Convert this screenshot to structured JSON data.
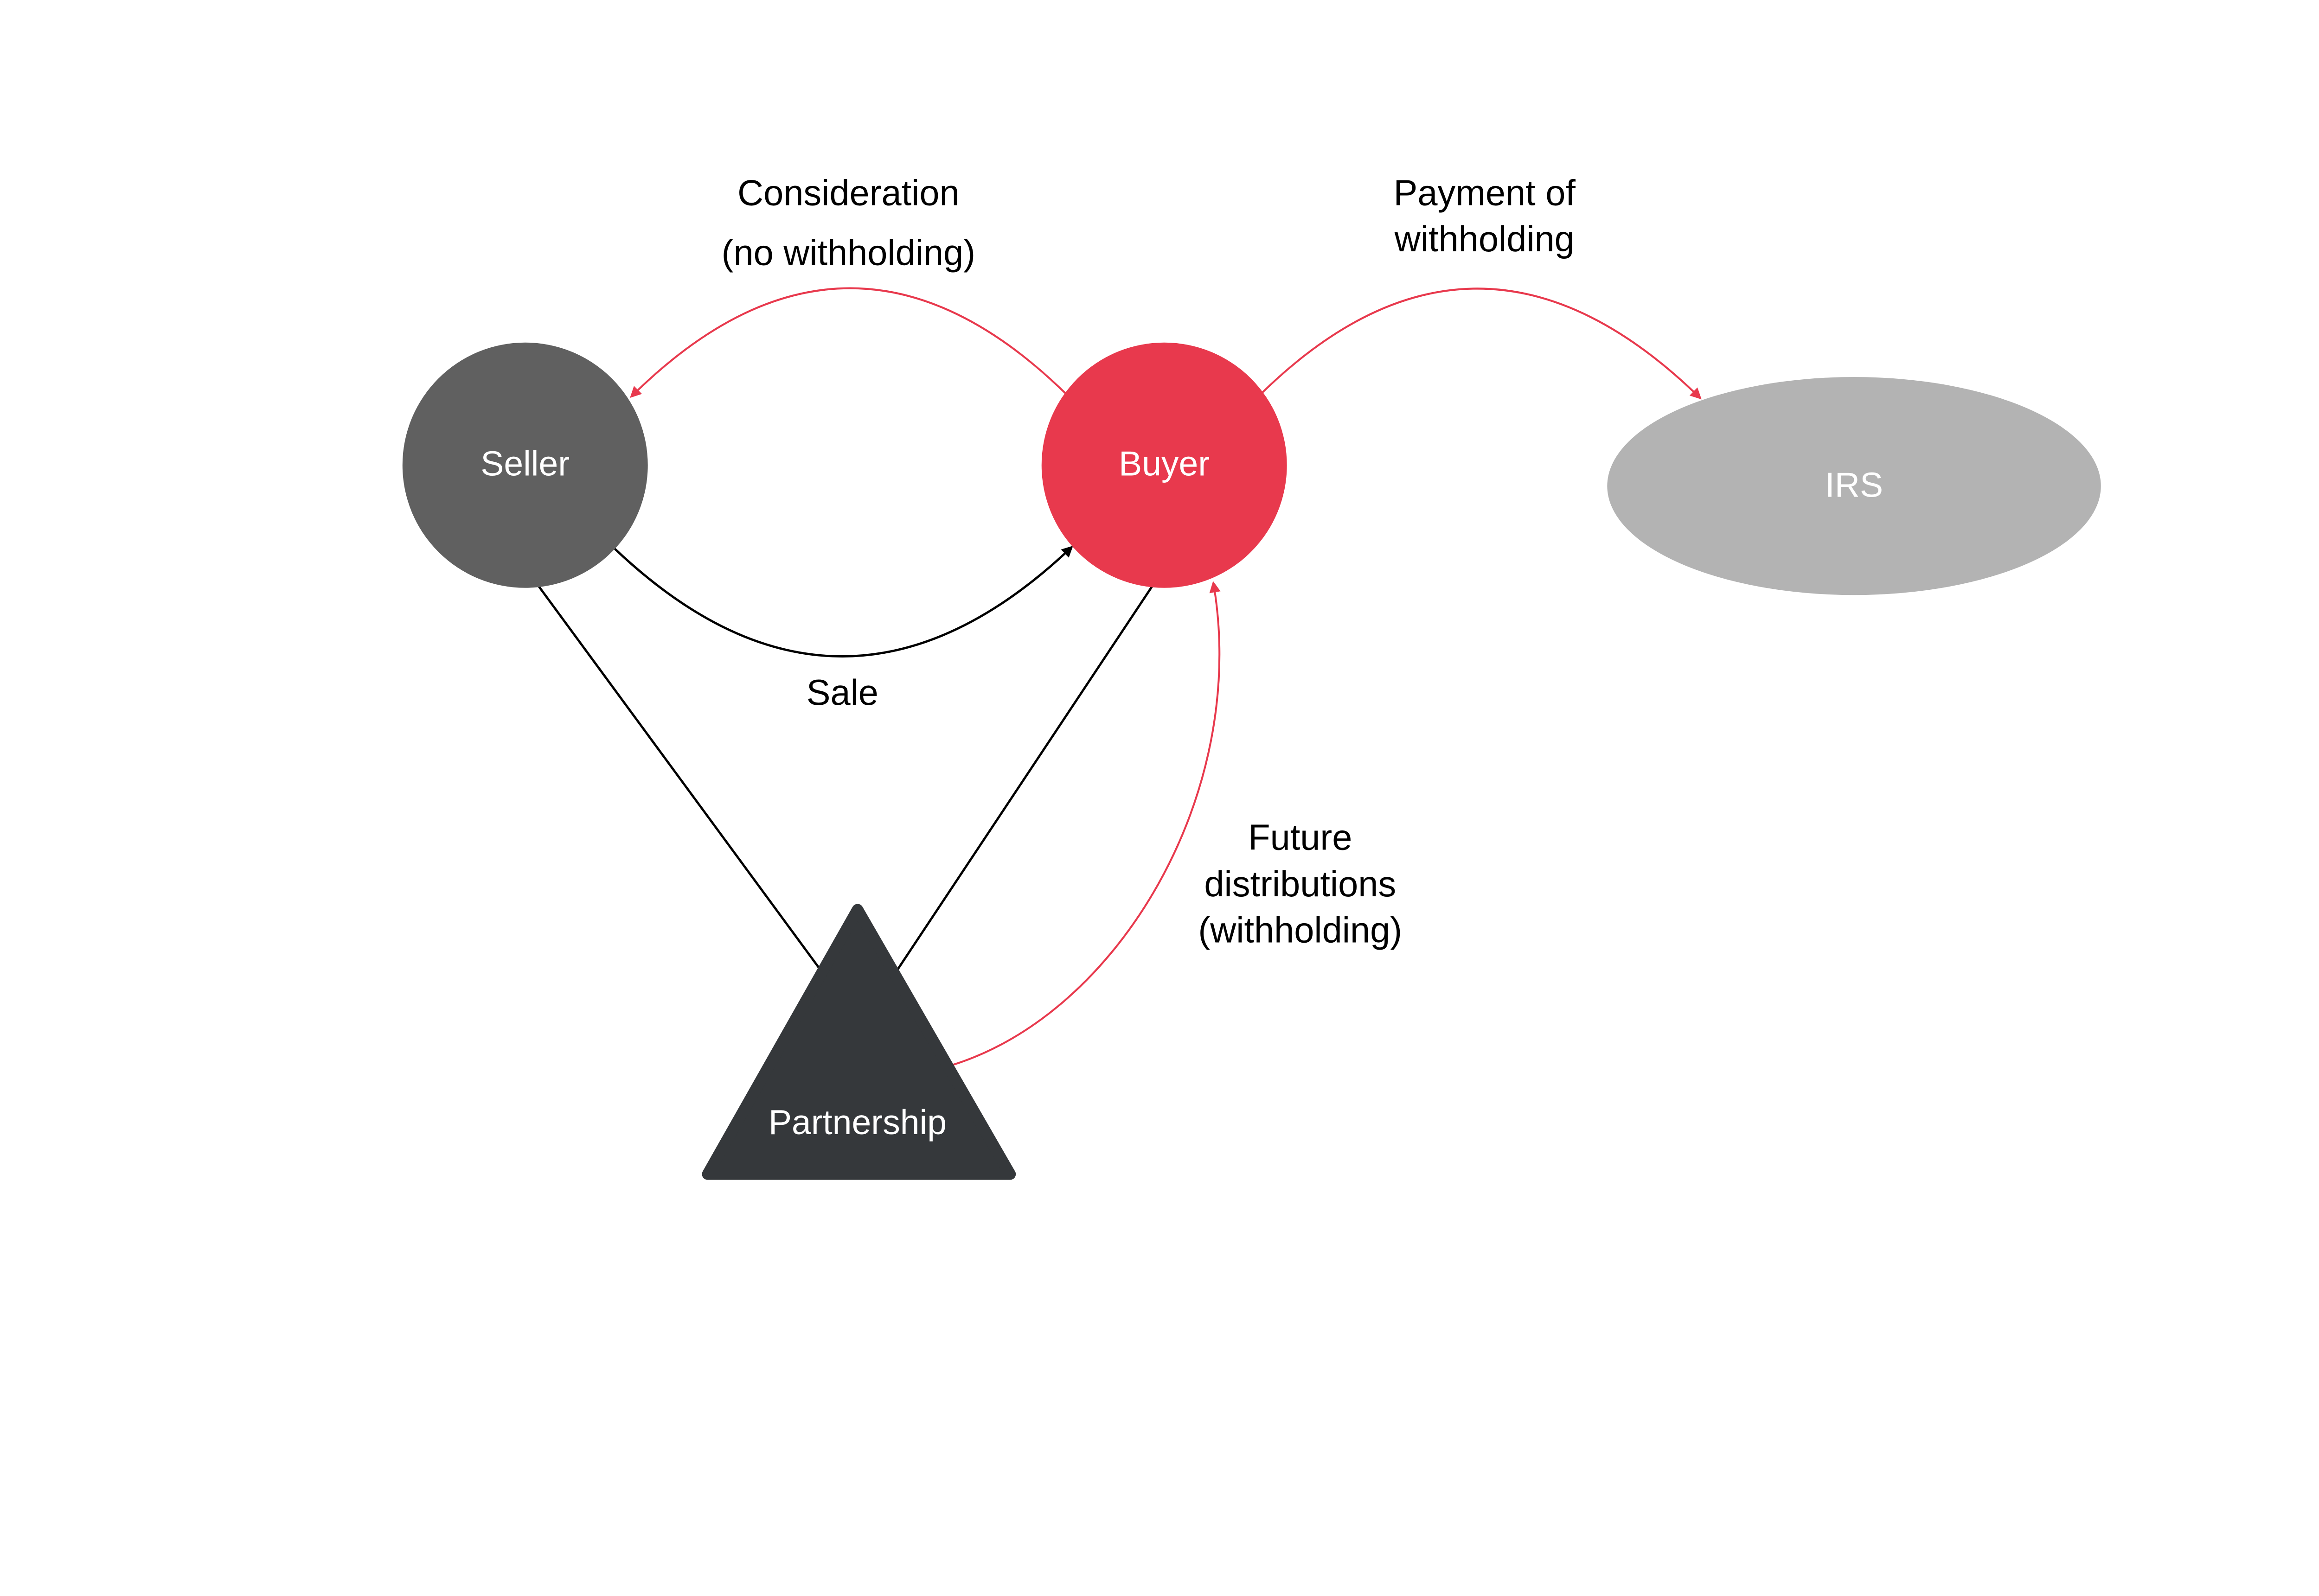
{
  "nodes": {
    "seller": {
      "label": "Seller",
      "color": "#606060"
    },
    "buyer": {
      "label": "Buyer",
      "color": "#e8394d"
    },
    "irs": {
      "label": "IRS",
      "color": "#b3b3b3"
    },
    "partnership": {
      "label": "Partnership",
      "color": "#35383b"
    }
  },
  "edges": {
    "consideration": {
      "line1": "Consideration",
      "line2": "(no withholding)",
      "color": "#e8394d"
    },
    "sale": {
      "label": "Sale",
      "color": "#000000"
    },
    "payment": {
      "line1": "Payment of",
      "line2": "withholding",
      "color": "#e8394d"
    },
    "future": {
      "line1": "Future",
      "line2": "distributions",
      "line3": "(withholding)",
      "color": "#e8394d"
    }
  }
}
